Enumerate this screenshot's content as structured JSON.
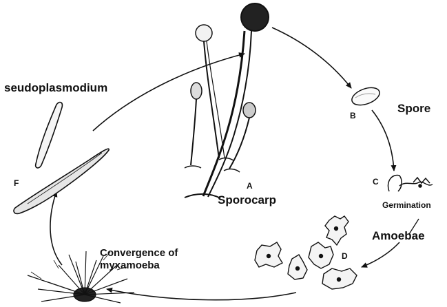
{
  "labels": {
    "pseudoplasmodium": "seudoplasmodium",
    "spore": "Spore",
    "germination": "Germination",
    "amoebae": "Amoebae",
    "convergence_line1": "Convergence of",
    "convergence_line2": "myxamoeba",
    "sporocarp": "Sporocarp"
  },
  "stage_letters": {
    "a": "A",
    "b": "B",
    "c": "C",
    "d": "D",
    "f": "F"
  },
  "colors": {
    "ink": "#111111",
    "background": "#ffffff"
  }
}
